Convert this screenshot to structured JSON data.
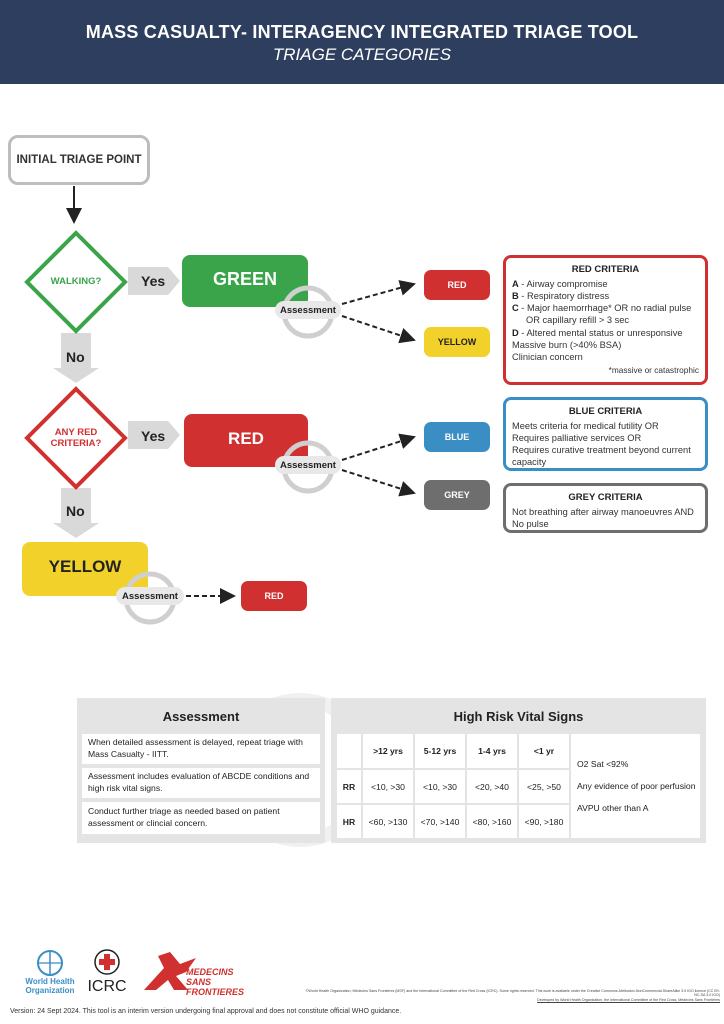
{
  "header": {
    "title": "MASS CASUALTY- INTERAGENCY INTEGRATED  TRIAGE TOOL",
    "subtitle": "TRIAGE CATEGORIES"
  },
  "flow": {
    "initial": "INITIAL TRIAGE POINT",
    "walking_q": "WALKING?",
    "red_criteria_q": "ANY RED\nCRITERIA?",
    "yes": "Yes",
    "no": "No",
    "green": "GREEN",
    "red": "RED",
    "yellow": "YELLOW",
    "assessment": "Assessment",
    "pill_red": "RED",
    "pill_yellow": "YELLOW",
    "pill_blue": "BLUE",
    "pill_grey": "GREY"
  },
  "red_criteria": {
    "title": "RED CRITERIA",
    "items": [
      {
        "key": "A",
        "text": " - Airway compromise"
      },
      {
        "key": "B",
        "text": " - Respiratory distress"
      },
      {
        "key": "C",
        "text": " - Major haemorrhage* OR no radial pulse"
      },
      {
        "key": "",
        "text": "OR capillary refill > 3 sec"
      },
      {
        "key": "D",
        "text": " - Altered mental status or unresponsive"
      },
      {
        "key": "",
        "text": "Massive burn (>40% BSA)"
      },
      {
        "key": "",
        "text": "Clinician concern"
      }
    ],
    "footnote": "*massive or catastrophic"
  },
  "blue_criteria": {
    "title": "BLUE CRITERIA",
    "lines": [
      "Meets criteria for medical futility OR",
      "Requires palliative services OR",
      "Requires curative treatment beyond current capacity"
    ]
  },
  "grey_criteria": {
    "title": "GREY CRITERIA",
    "lines": [
      "Not breathing after airway manoeuvres AND",
      "No pulse"
    ]
  },
  "assessment_panel": {
    "title": "Assessment",
    "rows": [
      "When detailed assessment is delayed, repeat triage with Mass Casualty - IITT.",
      "Assessment includes evaluation of ABCDE conditions and high risk vital signs.",
      "Conduct further triage as needed based on patient assessment or clincial concern."
    ]
  },
  "vitals_panel": {
    "title": "High Risk Vital Signs",
    "headers": [
      "",
      ">12 yrs",
      "5-12 yrs",
      "1-4 yrs",
      "<1 yr"
    ],
    "rows": [
      {
        "label": "RR",
        "values": [
          "<10, >30",
          "<10, >30",
          "<20, >40",
          "<25, >50"
        ]
      },
      {
        "label": "HR",
        "values": [
          "<60, >130",
          "<70, >140",
          "<80, >160",
          "<90, >180"
        ]
      }
    ],
    "other": [
      "O2 Sat <92%",
      "Any evidence of poor perfusion",
      "AVPU other than A"
    ]
  },
  "footer": {
    "who": "World Health\nOrganization",
    "icrc": "ICRC",
    "msf": "MEDECINS\nSANS FRONTIERES",
    "version": "Version: 24 Sept 2024. This tool is an interim version undergoing final approval and does not constitute official WHO guidance.",
    "legal1": "©World Health Organization, Médecins Sans Frontières (MSF) and the International Committee of the Red Cross (ICRC). Some rights reserved. This work is available under the Creative Commons Attribution-NonCommercial-ShareAlike 3.0 IGO licence (CC BY-NC-SA 3.0 IGO)",
    "legal2": "Developed by World Health Organization, the International Committee of the Red Cross, Médecins Sans Frontières"
  },
  "colors": {
    "header_bg": "#2d3e5e",
    "green": "#3aa44a",
    "red": "#d0302f",
    "yellow": "#f2d22a",
    "blue": "#3a8ec4",
    "grey": "#6e6e6e"
  }
}
